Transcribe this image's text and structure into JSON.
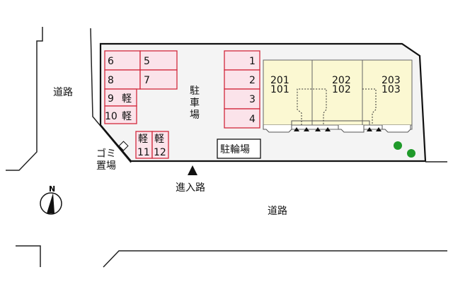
{
  "roads": {
    "left_label": "道路",
    "bottom_label": "道路"
  },
  "site": {
    "parking_label": [
      "駐",
      "車",
      "場"
    ],
    "bicycle_parking_label": "駐輪場",
    "garbage_label_line1": "ゴミ",
    "garbage_label_line2": "置場",
    "entrance_label": "進入路",
    "compass_label": "N"
  },
  "parking_spaces": {
    "left_grid": [
      "6",
      "5",
      "8",
      "7"
    ],
    "kei": [
      {
        "num": "9",
        "kei": "軽"
      },
      {
        "num": "10",
        "kei": "軽"
      }
    ],
    "bottom": [
      {
        "num": "11",
        "kei": "軽"
      },
      {
        "num": "12",
        "kei": "軽"
      }
    ],
    "right_column": [
      "1",
      "2",
      "3",
      "4"
    ]
  },
  "building": {
    "units": [
      {
        "upper": "201",
        "lower": "101"
      },
      {
        "upper": "202",
        "lower": "102"
      },
      {
        "upper": "203",
        "lower": "103"
      }
    ]
  },
  "colors": {
    "parking_fill": "#fbe3ea",
    "parking_stroke": "#d2283c",
    "building_fill": "#fbf8d2",
    "site_fill": "#f4f4f4",
    "tree": "#1f9a2a"
  }
}
